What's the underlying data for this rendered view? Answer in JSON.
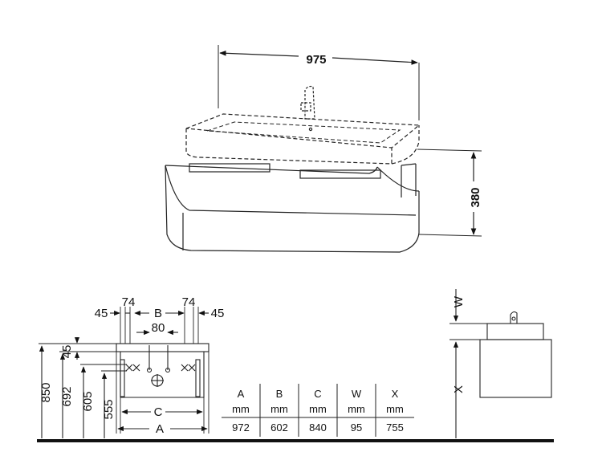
{
  "top_view": {
    "width_label": "975",
    "height_label": "380"
  },
  "front_view": {
    "left_45": "45",
    "left_74": "74",
    "b_label": "B",
    "right_74": "74",
    "right_45": "45",
    "mid_80": "80",
    "c_label": "C",
    "a_label": "A",
    "v_850": "850",
    "v_692": "692",
    "v_605": "605",
    "v_555": "555",
    "v_45": "45"
  },
  "side_view": {
    "w_label": "W",
    "x_label": "X"
  },
  "table": {
    "headers": [
      "A",
      "B",
      "C",
      "W",
      "X"
    ],
    "units": [
      "mm",
      "mm",
      "mm",
      "mm",
      "mm"
    ],
    "values": [
      "972",
      "602",
      "840",
      "95",
      "755"
    ]
  }
}
